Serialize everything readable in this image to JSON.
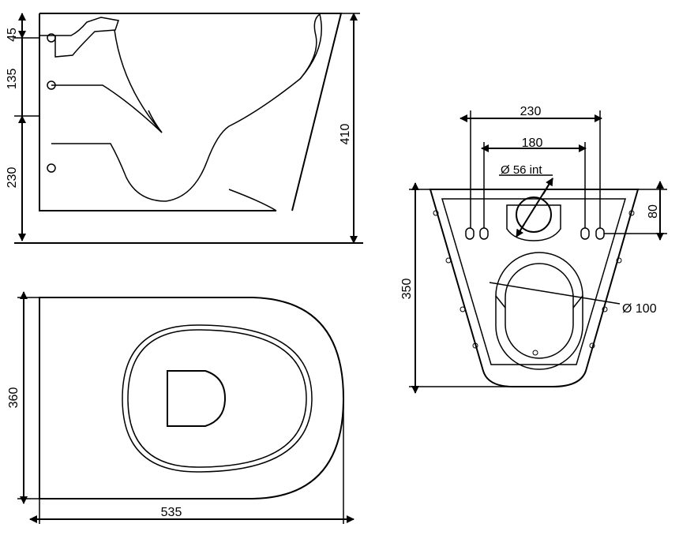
{
  "side_view": {
    "dims": {
      "top_offset": "45",
      "middle_offset": "135",
      "bottom_offset": "230",
      "height": "410"
    }
  },
  "top_view": {
    "dims": {
      "width": "360",
      "length": "535"
    }
  },
  "back_view": {
    "dims": {
      "outer_hole_spacing": "230",
      "inner_hole_spacing": "180",
      "inlet_diameter": "Ø 56 int",
      "hole_height": "80",
      "height": "350",
      "outlet_diameter": "Ø 100"
    }
  }
}
